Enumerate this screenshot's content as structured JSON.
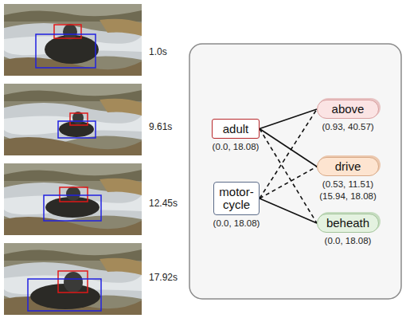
{
  "diagram": {
    "nodes": [
      {
        "text": [
          "adult",
          "(0.0, 18.08)"
        ]
      },
      {
        "text": [
          "motor-cycle",
          "(0.0, 18.08)"
        ]
      },
      {
        "text": [
          "above",
          "(0.93, 40.57)"
        ]
      },
      {
        "text": [
          "drive",
          "(0.53, 11.51)",
          "(15.94, 18.08)"
        ]
      },
      {
        "text": [
          "beheath",
          "(0.0, 18.08)"
        ]
      }
    ],
    "edges": [
      {
        "from": 0,
        "to": 2,
        "arrow": "none"
      },
      {
        "from": 0,
        "to": 3,
        "arrow": "none"
      },
      {
        "from": 0,
        "to": 4,
        "arrow": "none"
      },
      {
        "from": 1,
        "to": 2,
        "arrow": "none"
      },
      {
        "from": 1,
        "to": 3,
        "arrow": "none"
      },
      {
        "from": 1,
        "to": 4,
        "arrow": "none"
      }
    ],
    "labels": [
      "1.0s",
      "9.61s",
      "12.45s",
      "17.92s"
    ]
  }
}
